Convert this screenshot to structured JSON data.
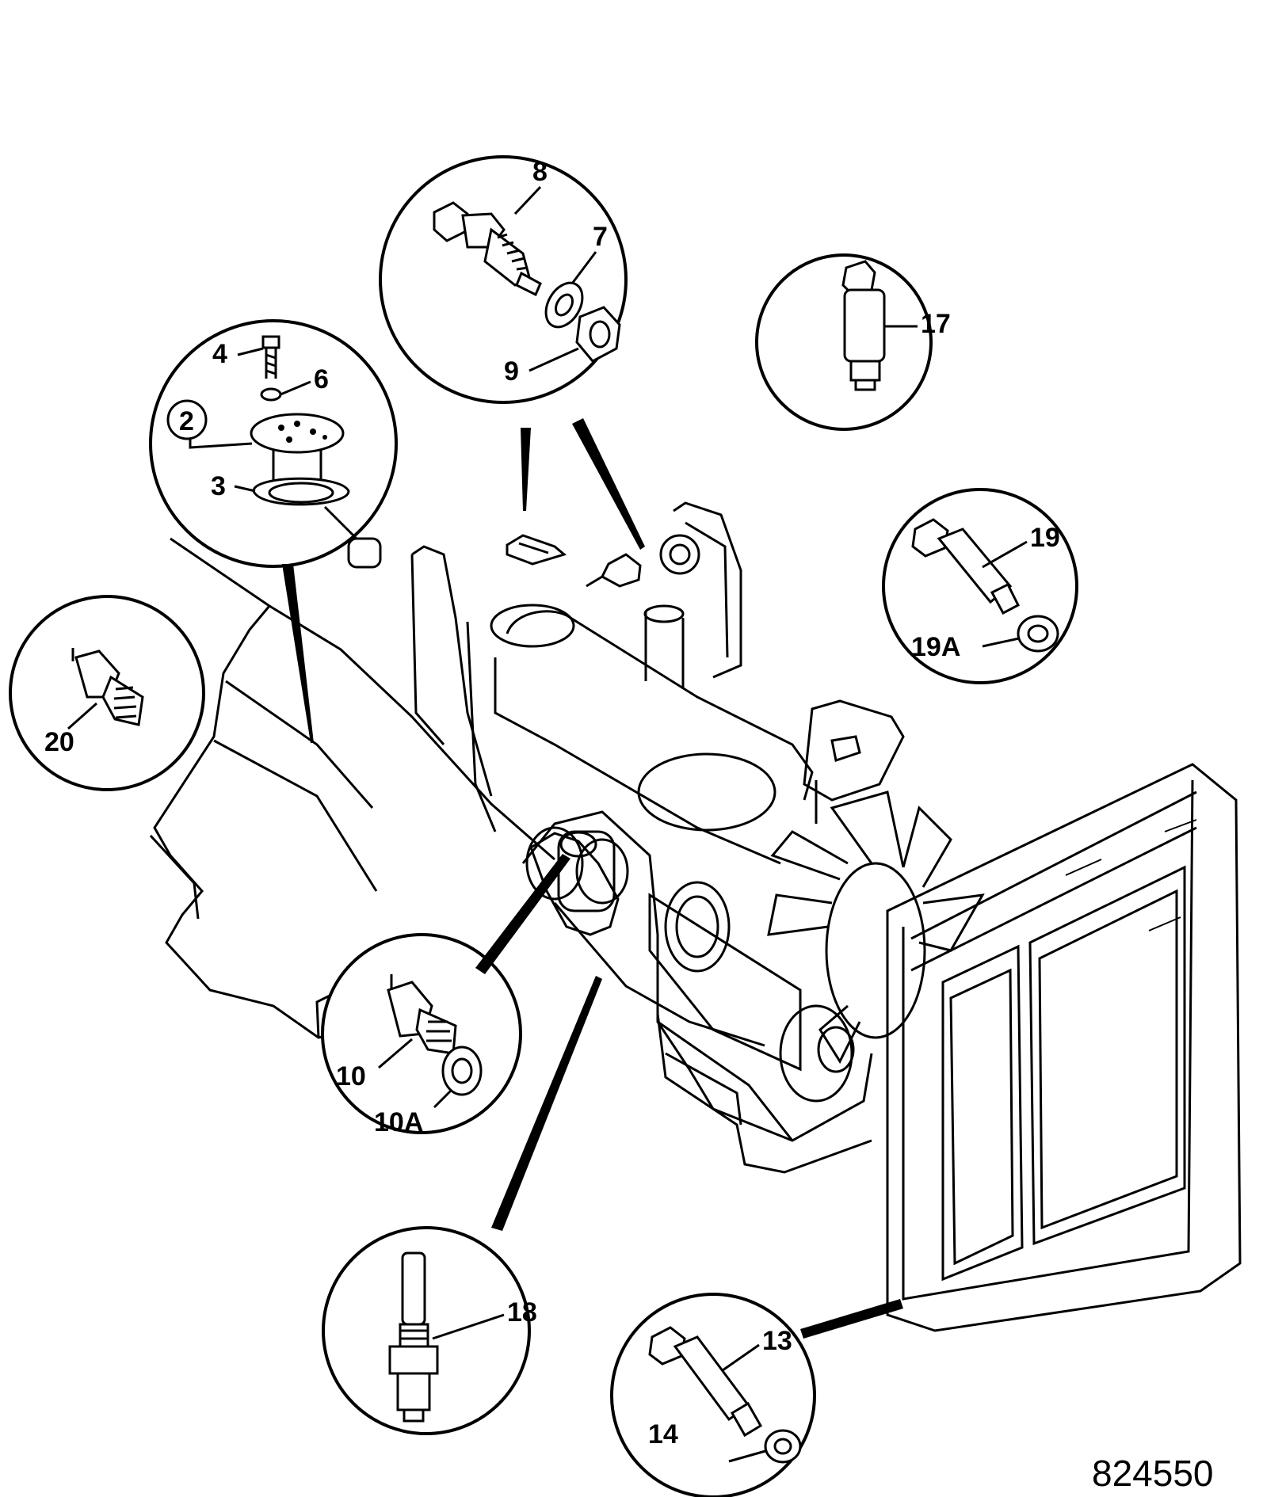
{
  "drawing_number": "824550",
  "callouts": {
    "c2": "2",
    "c3": "3",
    "c4": "4",
    "c6": "6",
    "c7": "7",
    "c8": "8",
    "c9": "9",
    "c10": "10",
    "c10a": "10A",
    "c13": "13",
    "c14": "14",
    "c17": "17",
    "c18": "18",
    "c19": "19",
    "c19a": "19A",
    "c20": "20"
  },
  "colors": {
    "ink": "#000000",
    "paper": "#ffffff"
  }
}
